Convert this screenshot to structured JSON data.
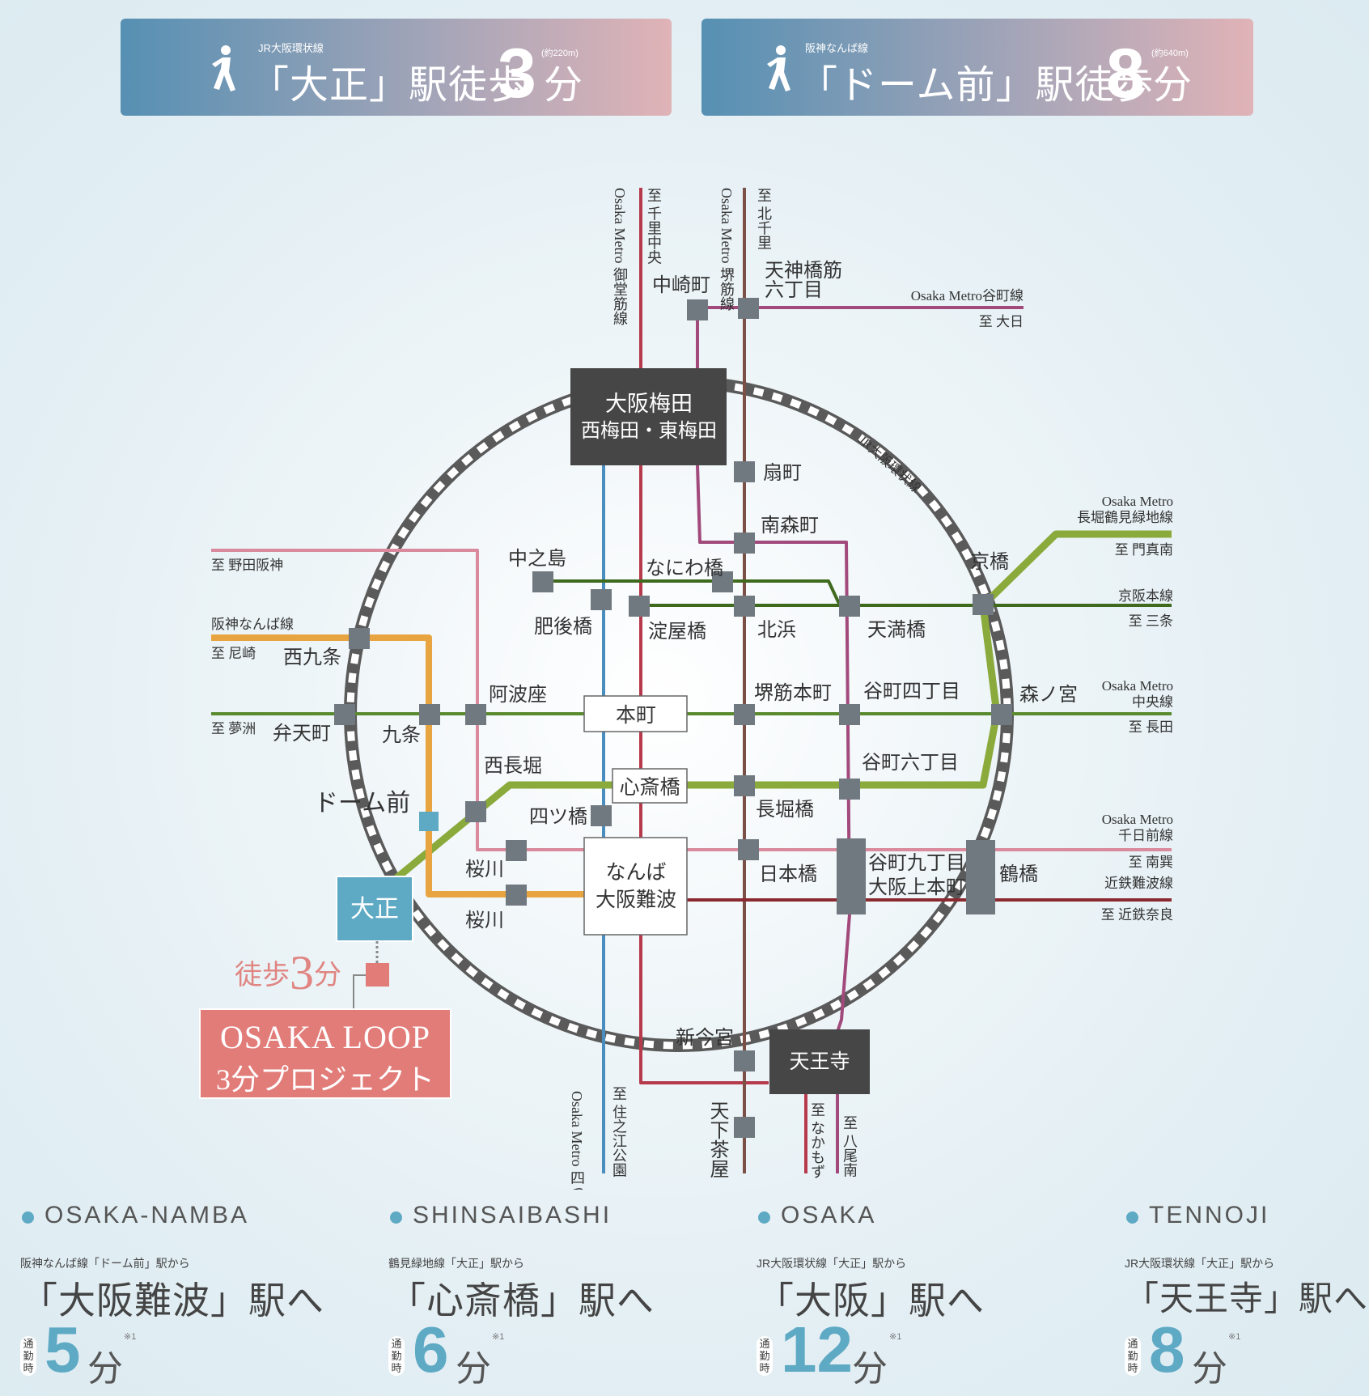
{
  "banners": [
    {
      "line": "JR大阪環状線",
      "station": "「大正」駅徒歩",
      "minutes": "3",
      "unit": "分",
      "distance": "(約220m)"
    },
    {
      "line": "阪神なんば線",
      "station": "「ドーム前」駅徒歩",
      "minutes": "8",
      "unit": "分",
      "distance": "(約640m)"
    }
  ],
  "map": {
    "stations": {
      "umeda_1": "大阪梅田",
      "umeda_2": "西梅田・東梅田",
      "nakazakicho": "中崎町",
      "tenjinbashi_1": "天神橋筋",
      "tenjinbashi_2": "六丁目",
      "ogimachi": "扇町",
      "minamimorimachi": "南森町",
      "nakanoshima": "中之島",
      "naniwabashi": "なにわ橋",
      "higobashi": "肥後橋",
      "yodoyabashi": "淀屋橋",
      "kitahama": "北浜",
      "tenmabashi": "天満橋",
      "kyobashi": "京橋",
      "nishikujo": "西九条",
      "bentencho": "弁天町",
      "kujo": "九条",
      "awaza": "阿波座",
      "honmachi": "本町",
      "sakaisuji_honmachi": "堺筋本町",
      "tanimachi4": "谷町四丁目",
      "morinomiya": "森ノ宮",
      "nishinagahori": "西長堀",
      "shinsaibashi": "心斎橋",
      "tanimachi6": "谷町六丁目",
      "domemae": "ドーム前",
      "yotsubashi": "四ツ橋",
      "nagahoribashi": "長堀橋",
      "sakuragawa_a": "桜川",
      "sakuragawa_b": "桜川",
      "namba_1": "なんば",
      "namba_2": "大阪難波",
      "nipponbashi": "日本橋",
      "tanimachi9_1": "谷町九丁目",
      "tanimachi9_2": "大阪上本町",
      "tsuruhashi": "鶴橋",
      "taisho": "大正",
      "shinimamiya": "新今宮",
      "tennoji": "天王寺",
      "tengachaya": "天下茶屋"
    },
    "labels": {
      "midosuji_line": "Osaka Metro 御堂筋線",
      "midosuji_dest": "至 千里中央",
      "sakaisuji_line": "Osaka Metro 堺筋線",
      "sakaisuji_dest": "至 北千里",
      "tanimachi_line": "Osaka Metro谷町線",
      "tanimachi_dest": "至 大日",
      "loop_line": "JR大阪環状線",
      "nagahori_line_1": "Osaka Metro",
      "nagahori_line_2": "長堀鶴見緑地線",
      "nagahori_dest": "至 門真南",
      "keihan_line": "京阪本線",
      "keihan_dest": "至 三条",
      "chuo_line_1": "Osaka Metro",
      "chuo_line_2": "中央線",
      "chuo_dest": "至 長田",
      "sennichimae_line_1": "Osaka Metro",
      "sennichimae_line_2": "千日前線",
      "sennichimae_dest": "至 南巽",
      "kintetsu_line": "近鉄難波線",
      "kintetsu_dest": "至 近鉄奈良",
      "noda_dest": "至 野田阪神",
      "hanshin_line": "阪神なんば線",
      "amagasaki_dest": "至 尼崎",
      "yumeshima_dest": "至 夢洲",
      "yotsubashi_line": "Osaka Metro 四つ橋線",
      "yotsubashi_dest": "至 住之江公園",
      "tengachaya_dest": "天下茶屋",
      "nakamozu_dest": "至 なかもず",
      "yaominami_dest": "至 八尾南"
    },
    "walk_text_1": "徒歩",
    "walk_text_2": "3",
    "walk_text_3": "分",
    "project_1": "OSAKA LOOP",
    "project_2": "3分プロジェクト"
  },
  "footer": [
    {
      "name": "OSAKA-NAMBA",
      "via": "阪神なんば線「ドーム前」駅から",
      "dest": "「大阪難波」駅へ",
      "commute": "通勤時",
      "minutes": "5",
      "unit": "分",
      "note": "※1"
    },
    {
      "name": "SHINSAIBASHI",
      "via": "鶴見緑地線「大正」駅から",
      "dest": "「心斎橋」駅へ",
      "commute": "通勤時",
      "minutes": "6",
      "unit": "分",
      "note": "※1"
    },
    {
      "name": "OSAKA",
      "via": "JR大阪環状線「大正」駅から",
      "dest": "「大阪」駅へ",
      "commute": "通勤時",
      "minutes": "12",
      "unit": "分",
      "note": "※1"
    },
    {
      "name": "TENNOJI",
      "via": "JR大阪環状線「大正」駅から",
      "dest": "「天王寺」駅へ",
      "commute": "通勤時",
      "minutes": "8",
      "unit": "分",
      "note": "※1"
    }
  ],
  "colors": {
    "midosuji": "#b73a4c",
    "sakaisuji": "#7a5047",
    "tanimachi": "#a24a7c",
    "chuo": "#5a8a2e",
    "nagahori": "#8aaa3c",
    "keihan": "#3f6a1e",
    "hanshin": "#e8a440",
    "sennichimae": "#d98a9c",
    "yotsubashi": "#4a8ec0",
    "kintetsu": "#8a2a30",
    "station": "#707880",
    "accent": "#5ea9c4",
    "project": "#e27c79"
  }
}
